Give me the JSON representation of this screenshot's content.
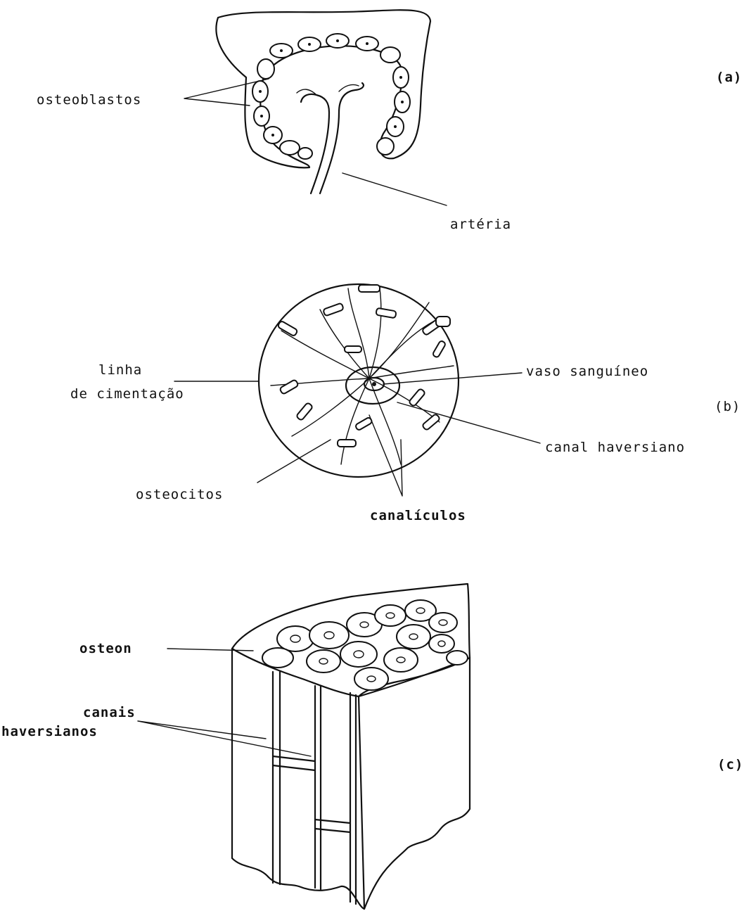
{
  "panels": {
    "a": {
      "marker": "(a)",
      "labels": {
        "osteoblasts": "osteoblastos",
        "artery": "artéria"
      }
    },
    "b": {
      "marker": "(b)",
      "labels": {
        "cement_line_1": "linha",
        "cement_line_2": "de cimentação",
        "blood_vessel": "vaso sanguíneo",
        "haversian_canal": "canal haversiano",
        "osteocytes": "osteocitos",
        "canaliculi": "canalículos"
      }
    },
    "c": {
      "marker": "(c)",
      "labels": {
        "osteon": "osteon",
        "haversian_canals_1": "canais",
        "haversian_canals_2": "haversianos"
      }
    }
  }
}
